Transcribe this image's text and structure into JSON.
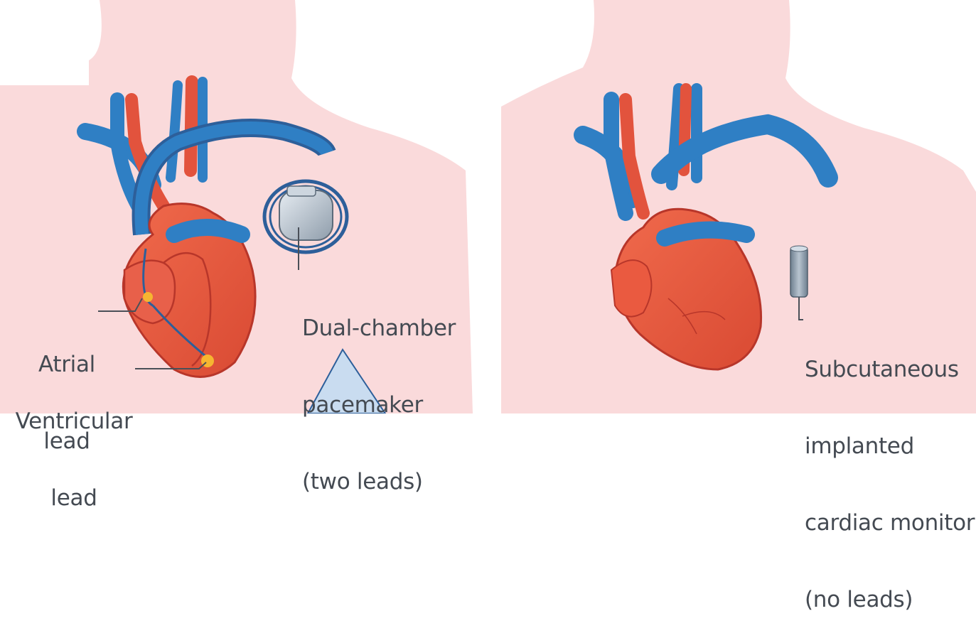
{
  "panels": [
    {
      "id": "pacemaker",
      "labels": {
        "device": [
          "Dual-chamber",
          "pacemaker",
          "(two leads)"
        ],
        "atrial_lead": [
          "Atrial",
          "lead"
        ],
        "ventricular_lead": [
          "Ventricular",
          "lead"
        ]
      }
    },
    {
      "id": "monitor",
      "labels": {
        "device": [
          "Subcutaneous",
          "implanted",
          "cardiac monitor",
          "(no leads)"
        ]
      }
    }
  ],
  "colors": {
    "skin": "#fadadb",
    "vein_blue": "#2f7fc4",
    "artery_red": "#e2533d",
    "heart_red": "#ea5a40",
    "heart_outline": "#b8362a",
    "device_gray": "#9aa8b6",
    "lead_line": "#2d5f9a",
    "leader_line": "#4a5058",
    "arrow_fill": "#c9dcf0"
  }
}
